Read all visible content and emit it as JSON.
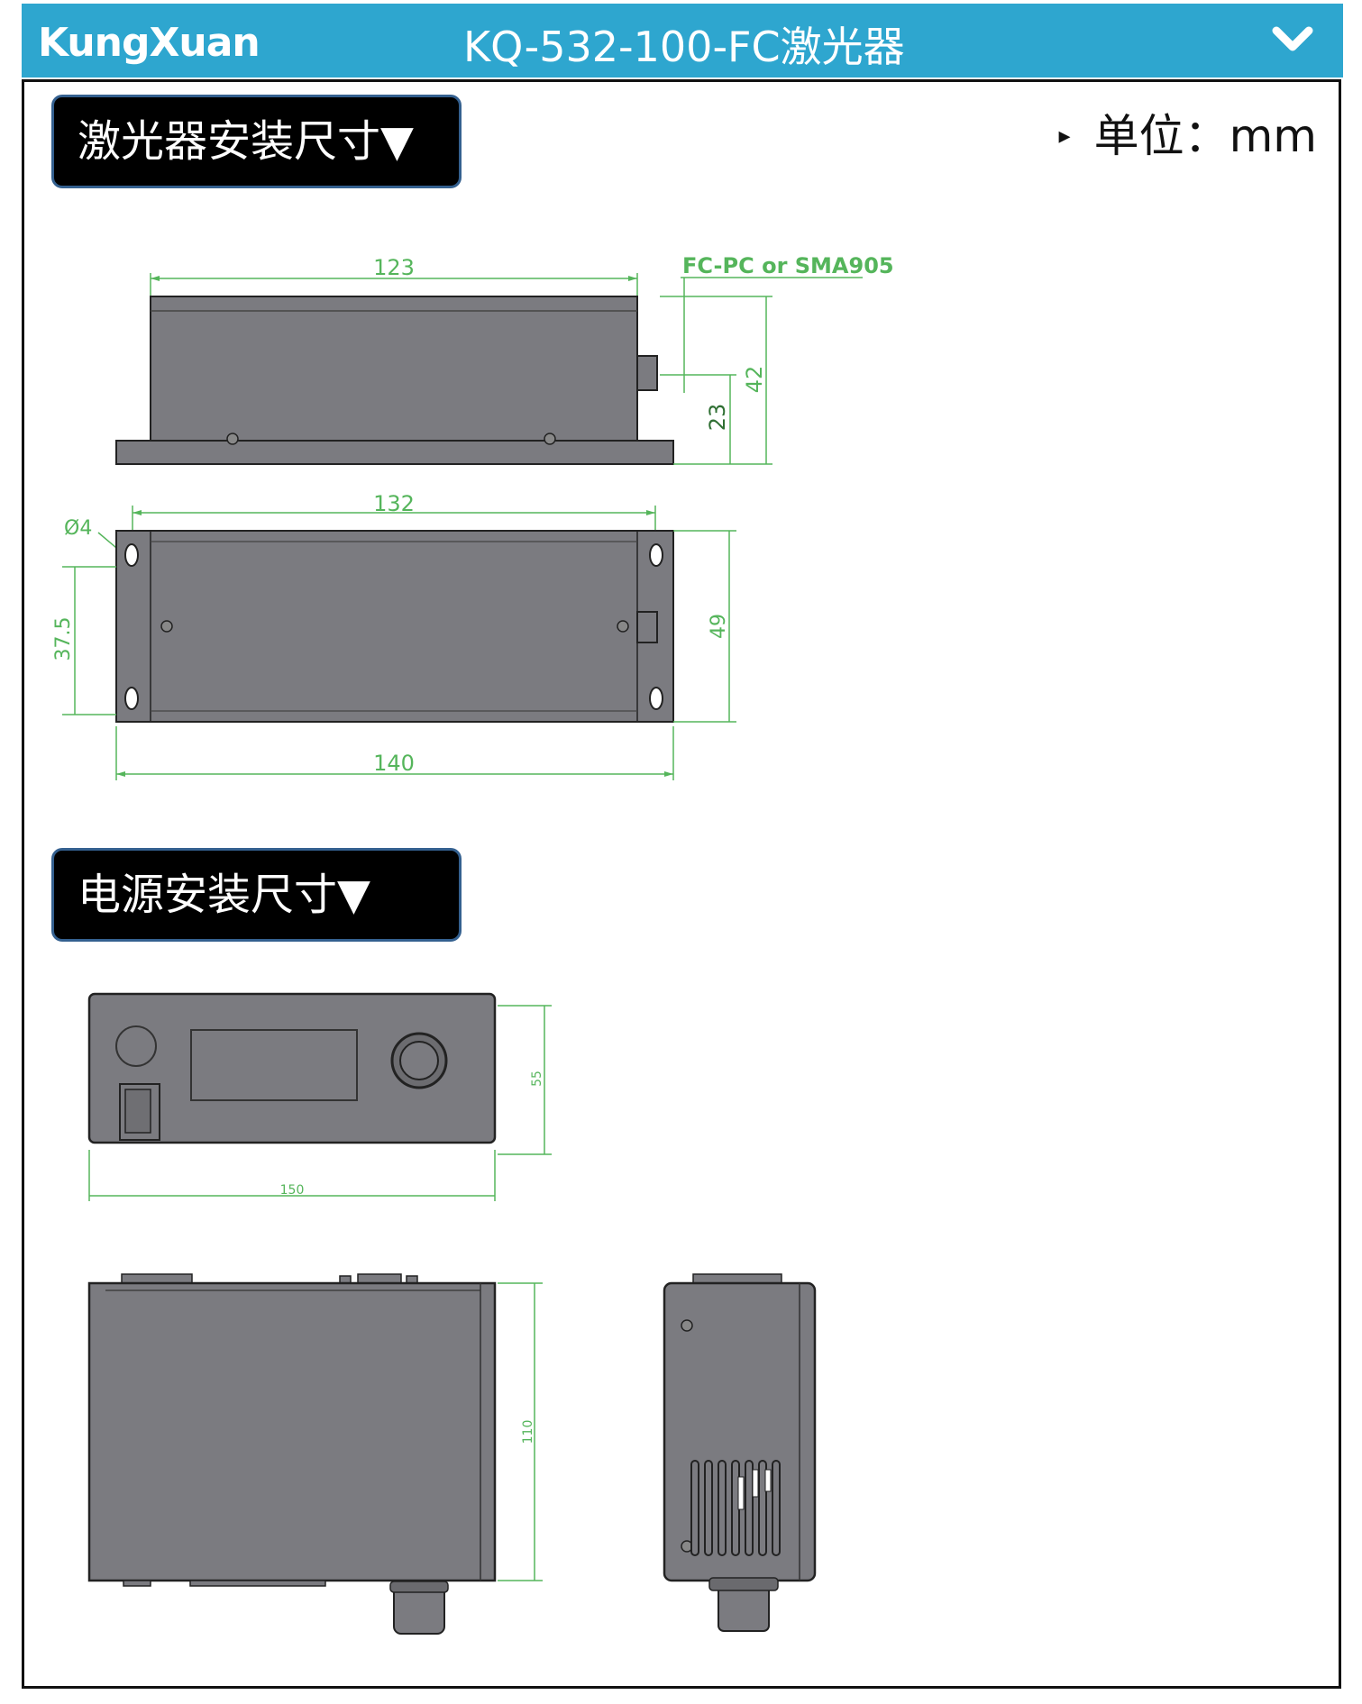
{
  "header": {
    "brand": "KungXuan",
    "title": "KQ-532-100-FC激光器",
    "chevron_icon": "chevron-down-icon",
    "bar_color": "#2ea6cf"
  },
  "laser_section": {
    "title": "激光器安装尺寸▼",
    "unit_marker": "▸",
    "unit": "单位：mm",
    "side_view": {
      "connector_label": "FC-PC or SMA905",
      "length": "123",
      "height_total": "42",
      "height_fiber": "23"
    },
    "top_view": {
      "hole_span": "132",
      "hole_dia": "Ø4",
      "hole_pitch": "37.5",
      "width": "49",
      "overall_length": "140"
    }
  },
  "power_section": {
    "title": "电源安装尺寸▼",
    "front_view": {
      "height": "55",
      "width": "150"
    },
    "side_view": {
      "depth": "110"
    }
  },
  "colors": {
    "drawing_fill": "#7b7b80",
    "dimension_line": "#55b55b",
    "outline": "#222222"
  }
}
